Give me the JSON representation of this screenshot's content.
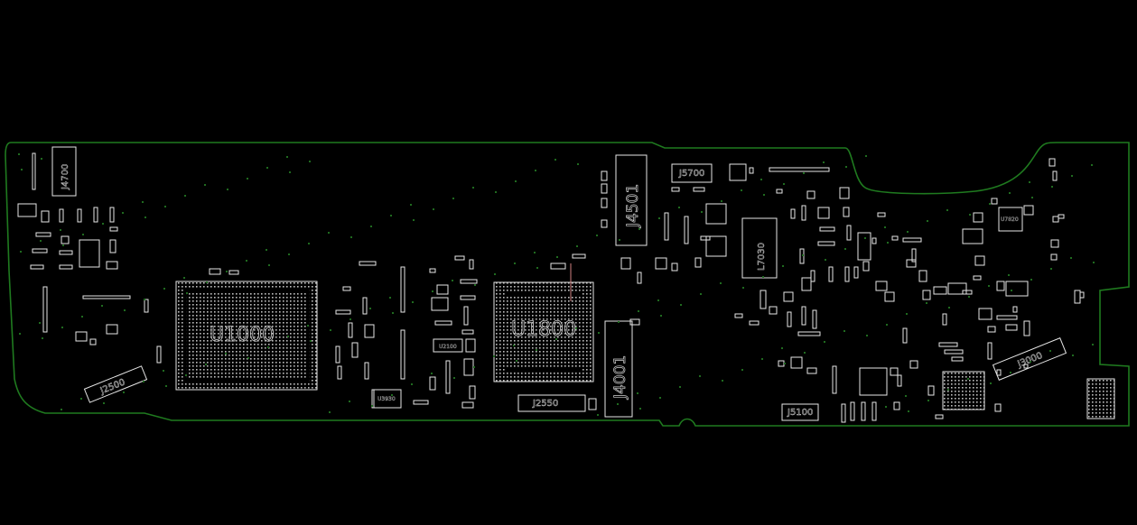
{
  "labels": {
    "j4700": "J4700",
    "j4501": "J4501",
    "j5700": "J5700",
    "l7030": "L7030",
    "u1000": "U1000",
    "u1800": "U1800",
    "j4001": "J4001",
    "j2550": "J2550",
    "j2500": "J2500",
    "j3000": "J3000",
    "j5100": "J5100",
    "u2100": "U2100",
    "u7820": "U7820",
    "u3930": "U3930"
  },
  "colors": {
    "background": "#000000",
    "board_outline": "#1f7a1f",
    "silkscreen": "#e6e6e6"
  }
}
